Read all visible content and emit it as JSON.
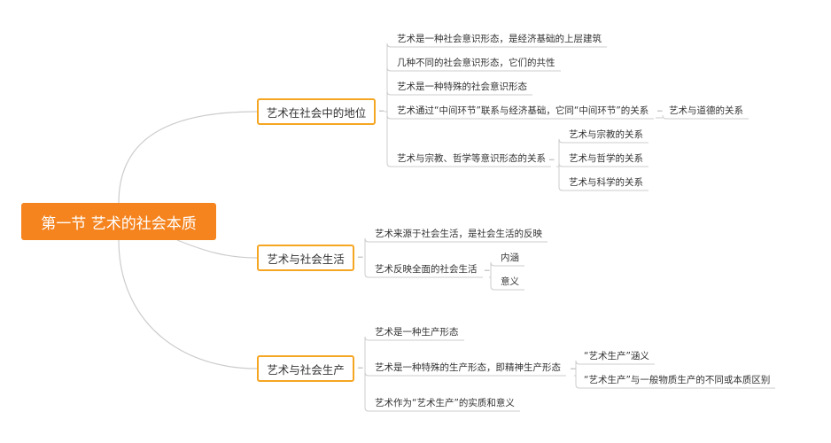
{
  "root": {
    "label": "第一节 艺术的社会本质"
  },
  "branches": [
    {
      "label": "艺术在社会中的地位",
      "children": [
        {
          "label": "艺术是一种社会意识形态，是经济基础的上层建筑"
        },
        {
          "label": "几种不同的社会意识形态，它们的共性"
        },
        {
          "label": "艺术是一种特殊的社会意识形态"
        },
        {
          "label": "艺术通过“中间环节”联系与经济基础，它同“中间环节”的关系",
          "children": [
            {
              "label": "艺术与道德的关系"
            }
          ]
        },
        {
          "label": "艺术与宗教、哲学等意识形态的关系",
          "children": [
            {
              "label": "艺术与宗教的关系"
            },
            {
              "label": "艺术与哲学的关系"
            },
            {
              "label": "艺术与科学的关系"
            }
          ]
        }
      ]
    },
    {
      "label": "艺术与社会生活",
      "children": [
        {
          "label": "艺术来源于社会生活，是社会生活的反映"
        },
        {
          "label": "艺术反映全面的社会生活",
          "children": [
            {
              "label": "内涵"
            },
            {
              "label": "意义"
            }
          ]
        }
      ]
    },
    {
      "label": "艺术与社会生产",
      "children": [
        {
          "label": "艺术是一种生产形态"
        },
        {
          "label": "艺术是一种特殊的生产形态，即精神生产形态",
          "children": [
            {
              "label": "“艺术生产”涵义"
            },
            {
              "label": "“艺术生产”与一般物质生产的不同或本质区别"
            }
          ]
        },
        {
          "label": "艺术作为“艺术生产”的实质和意义"
        }
      ]
    }
  ],
  "colors": {
    "accent": "#f5841f",
    "branch_border": "#f5a623",
    "line": "#cccccc",
    "text": "#333333"
  },
  "icons": {
    "collapse": "minus-icon"
  }
}
